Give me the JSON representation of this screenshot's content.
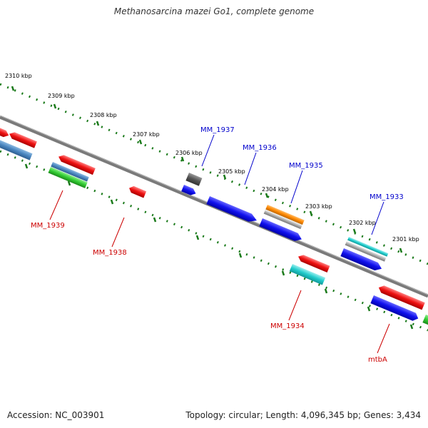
{
  "title": "Methanosarcina mazei Go1, complete genome",
  "footer": {
    "accession": "Accession: NC_003901",
    "topology": "Topology: circular; Length: 4,096,345 bp; Genes: 3,434"
  },
  "ticks": [
    "2310 kbp",
    "2309 kbp",
    "2308 kbp",
    "2307 kbp",
    "2306 kbp",
    "2305 kbp",
    "2304 kbp",
    "2303 kbp",
    "2302 kbp",
    "2301 kbp"
  ],
  "gene_labels": {
    "forward": [
      "MM_1937",
      "MM_1936",
      "MM_1935",
      "MM_1933"
    ],
    "reverse": [
      "MM_1939",
      "MM_1938",
      "MM_1934",
      "mtbA"
    ]
  },
  "colors": {
    "forward_label": "#0000cc",
    "reverse_label": "#cc0000",
    "backbone": "#777777",
    "tick_track": "#1a7a1a",
    "red": "#ee1111",
    "blue": "#1111ee",
    "steel_blue": "#4a86c0",
    "green": "#33cc33",
    "cyan": "#22cccc",
    "orange": "#ff8800",
    "gray": "#555555",
    "silver": "#aaaaaa"
  }
}
